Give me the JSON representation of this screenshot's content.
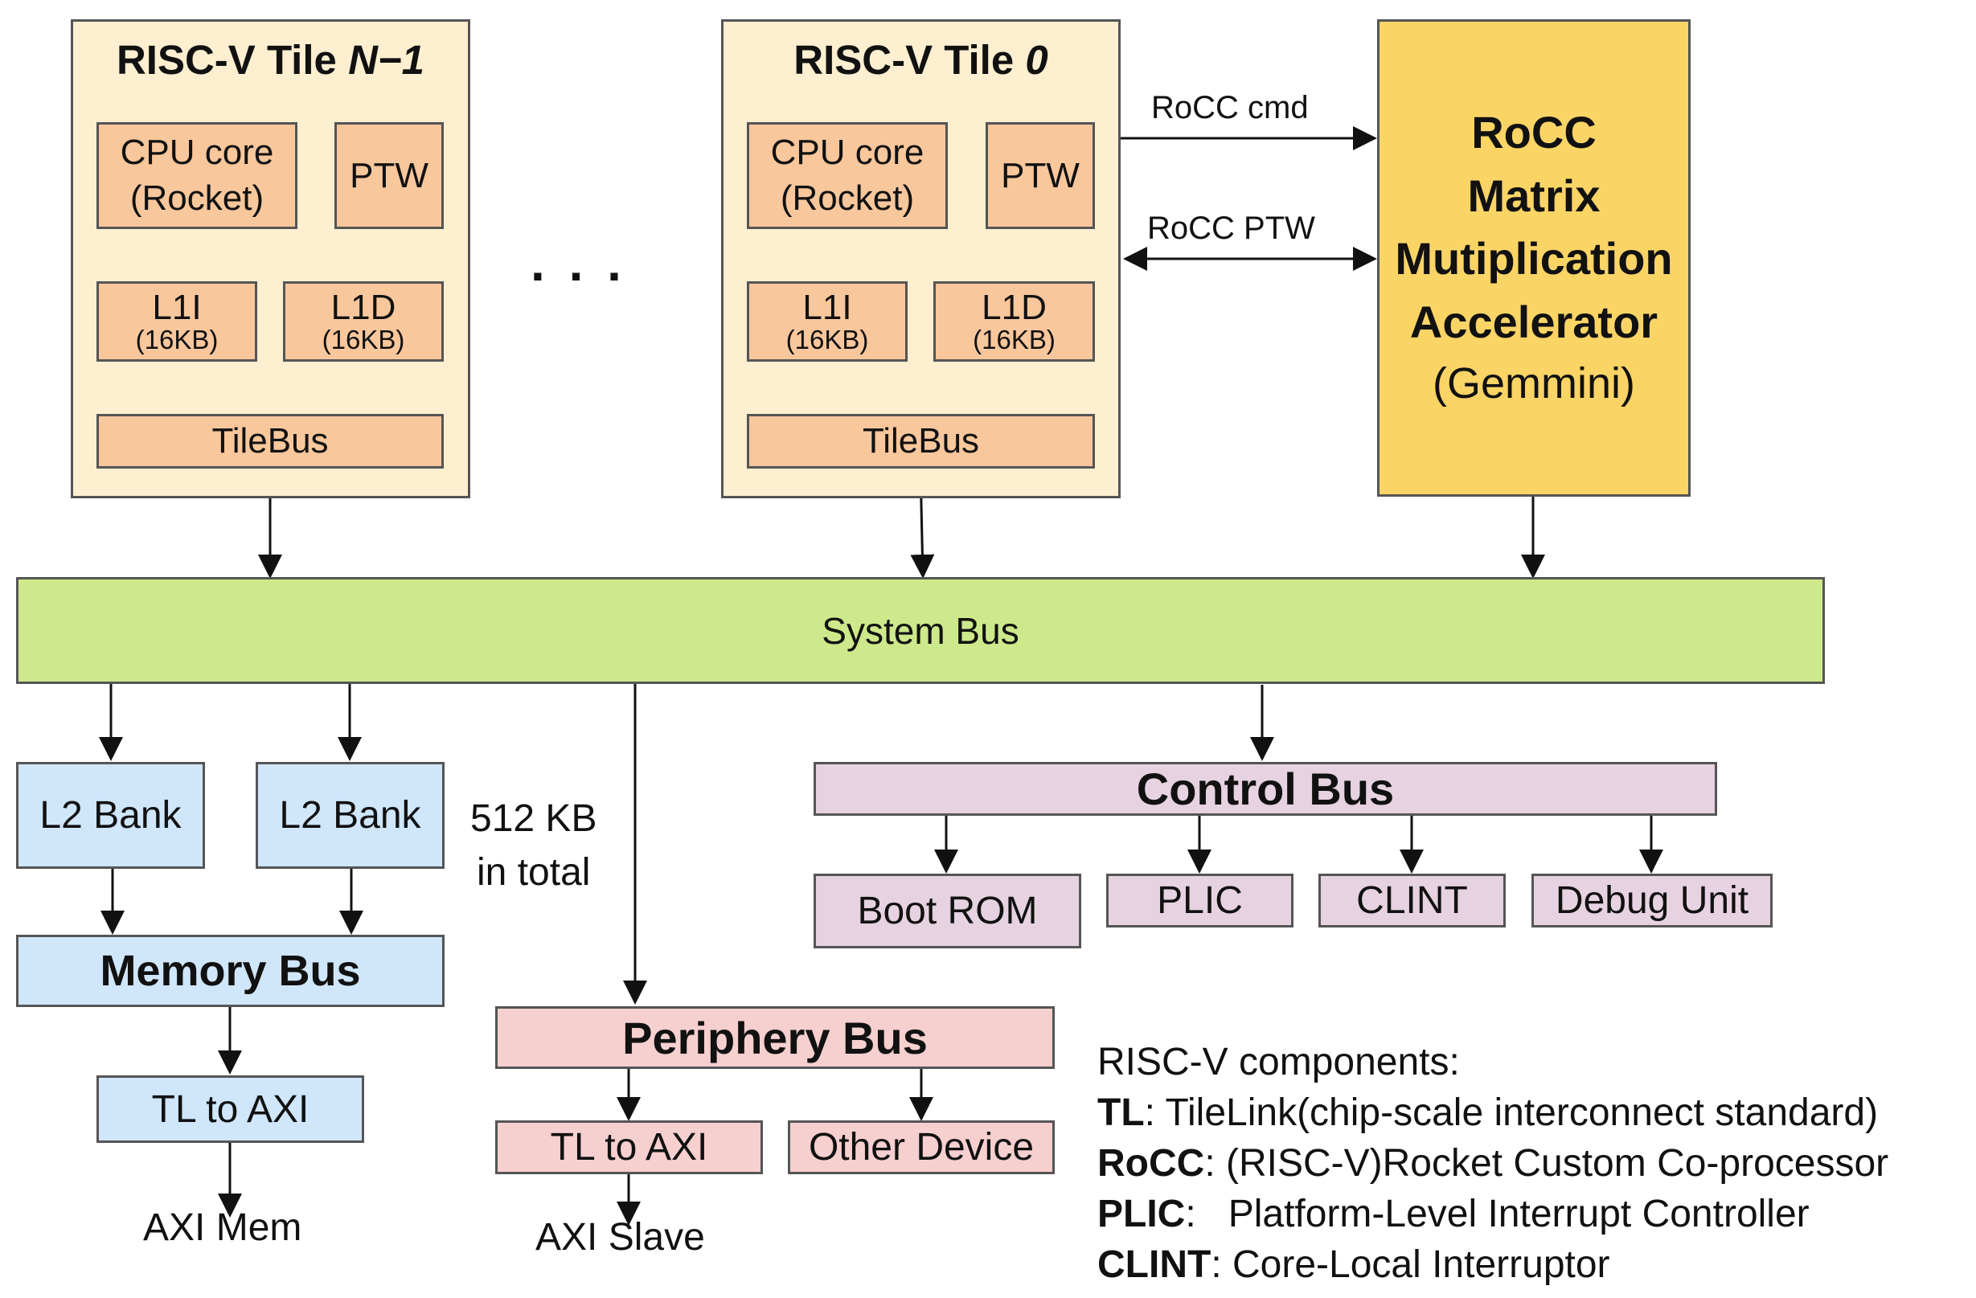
{
  "tiles": [
    {
      "title_prefix": "RISC-V Tile ",
      "title_var": "N−1",
      "cpu_line1": "CPU core",
      "cpu_line2": "(Rocket)",
      "ptw": "PTW",
      "l1i": "L1I",
      "l1i_size": "(16KB)",
      "l1d": "L1D",
      "l1d_size": "(16KB)",
      "tilebus": "TileBus"
    },
    {
      "title_prefix": "RISC-V Tile ",
      "title_var": "0",
      "cpu_line1": "CPU core",
      "cpu_line2": "(Rocket)",
      "ptw": "PTW",
      "l1i": "L1I",
      "l1i_size": "(16KB)",
      "l1d": "L1D",
      "l1d_size": "(16KB)",
      "tilebus": "TileBus"
    }
  ],
  "ellipsis": ". . .",
  "accelerator": {
    "line1": "RoCC",
    "line2": "Matrix",
    "line3": "Mutiplication",
    "line4": "Accelerator",
    "line5": "(Gemmini)"
  },
  "rocc_cmd": "RoCC cmd",
  "rocc_ptw": "RoCC PTW",
  "system_bus": "System Bus",
  "l2_banks": [
    "L2 Bank",
    "L2 Bank"
  ],
  "l2_note_line1": "512 KB",
  "l2_note_line2": "in total",
  "memory_bus": "Memory Bus",
  "mem_tl_to_axi": "TL to AXI",
  "axi_mem": "AXI Mem",
  "periphery_bus": "Periphery Bus",
  "periph_tl_to_axi": "TL to AXI",
  "other_device": "Other Device",
  "axi_slave": "AXI Slave",
  "control_bus": "Control Bus",
  "control_devices": [
    "Boot ROM",
    "PLIC",
    "CLINT",
    "Debug Unit"
  ],
  "legend": {
    "title": "RISC-V components:",
    "items": [
      {
        "term": "TL",
        "desc": ": TileLink(chip-scale interconnect standard)"
      },
      {
        "term": "RoCC",
        "desc": ": (RISC-V)Rocket Custom Co-processor"
      },
      {
        "term": "PLIC",
        "desc": ":   Platform-Level Interrupt Controller"
      },
      {
        "term": "CLINT",
        "desc": ": Core-Local Interruptor"
      }
    ]
  },
  "colors": {
    "tile_bg": "#fdefd0",
    "core_orange": "#f9c79c",
    "system_bus": "#cde98b",
    "memory_blue": "#cfe6fb",
    "periphery_pink": "#f6cfcf",
    "control_purple": "#e6d2e1",
    "accelerator_yellow": "#fbd466"
  }
}
